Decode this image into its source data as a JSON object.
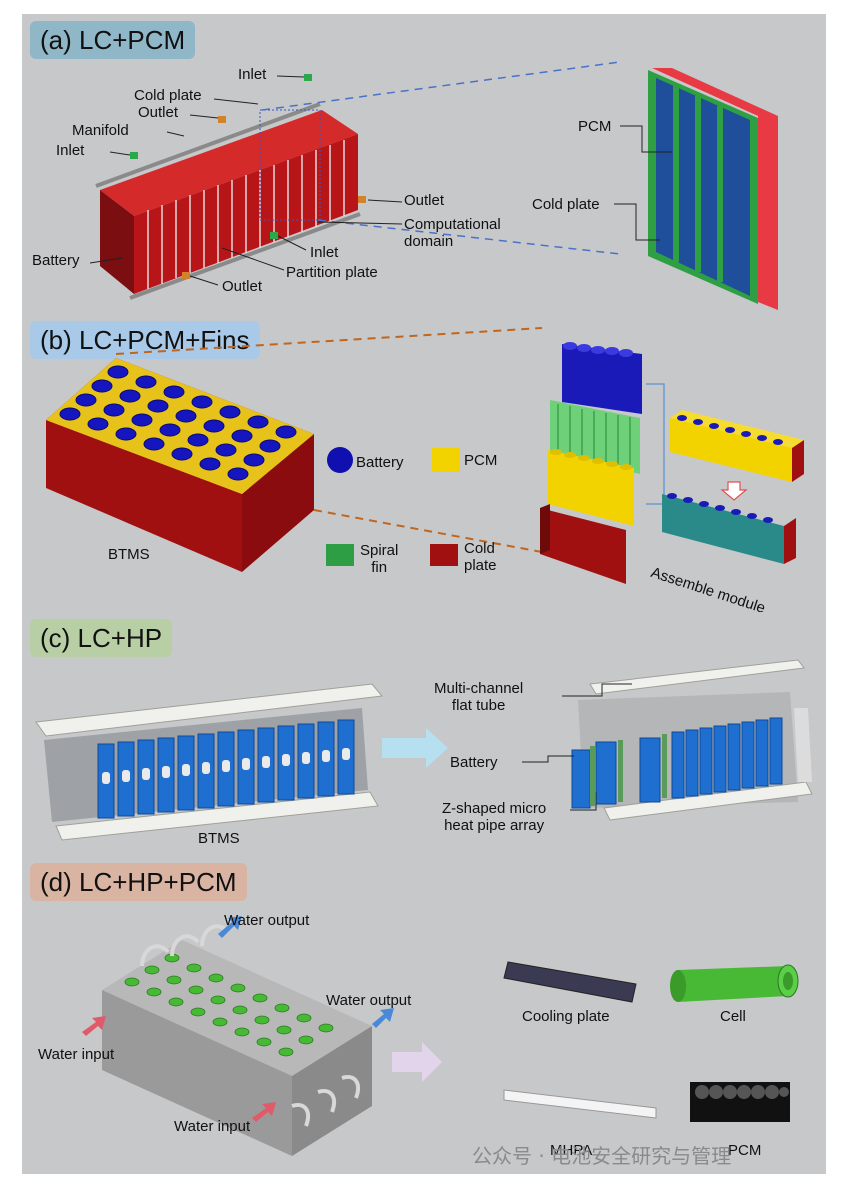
{
  "panel_a": {
    "tag": "(a) LC+PCM",
    "labels": {
      "inlet_top": "Inlet",
      "cold_plate": "Cold plate",
      "outlet_top": "Outlet",
      "manifold": "Manifold",
      "inlet_left": "Inlet",
      "battery": "Battery",
      "outlet_right": "Outlet",
      "computational_domain": "Computational\ndomain",
      "inlet_bottom": "Inlet",
      "partition_plate": "Partition plate",
      "outlet_bottom": "Outlet",
      "pcm": "PCM",
      "cold_plate_detail": "Cold plate"
    },
    "colors": {
      "battery": "#c0161a",
      "pcm": "#1f4f9b",
      "cold_plate": "#2ea043",
      "tag_bg": "#8fb7c7"
    }
  },
  "panel_b": {
    "tag": "(b) LC+PCM+Fins",
    "labels": {
      "btms": "BTMS",
      "battery": "Battery",
      "pcm": "PCM",
      "spiral_fin": "Spiral\nfin",
      "cold_plate": "Cold\nplate",
      "assemble_module": "Assemble module"
    },
    "colors": {
      "battery": "#1010b0",
      "pcm": "#f2d300",
      "spiral_fin": "#2e9e44",
      "cold_plate": "#a01010",
      "tag_bg": "#a9c9e8"
    }
  },
  "panel_c": {
    "tag": "(c) LC+HP",
    "labels": {
      "btms": "BTMS",
      "multi_channel": "Multi-channel\nflat tube",
      "battery": "Battery",
      "heat_pipe": "Z-shaped micro\nheat pipe array"
    },
    "colors": {
      "battery": "#1e6fd0",
      "tag_bg": "#b8cfa5"
    }
  },
  "panel_d": {
    "tag": "(d) LC+HP+PCM",
    "labels": {
      "water_output_top": "Water output",
      "water_output_right": "Water output",
      "water_input_left": "Water input",
      "water_input_bottom": "Water input",
      "cooling_plate": "Cooling plate",
      "cell": "Cell",
      "mhpa": "MHPA",
      "pcm": "PCM"
    },
    "colors": {
      "cell": "#47b935",
      "tag_bg": "#d9b4a3"
    }
  },
  "watermark": "公众号 · 电池安全研究与管理"
}
